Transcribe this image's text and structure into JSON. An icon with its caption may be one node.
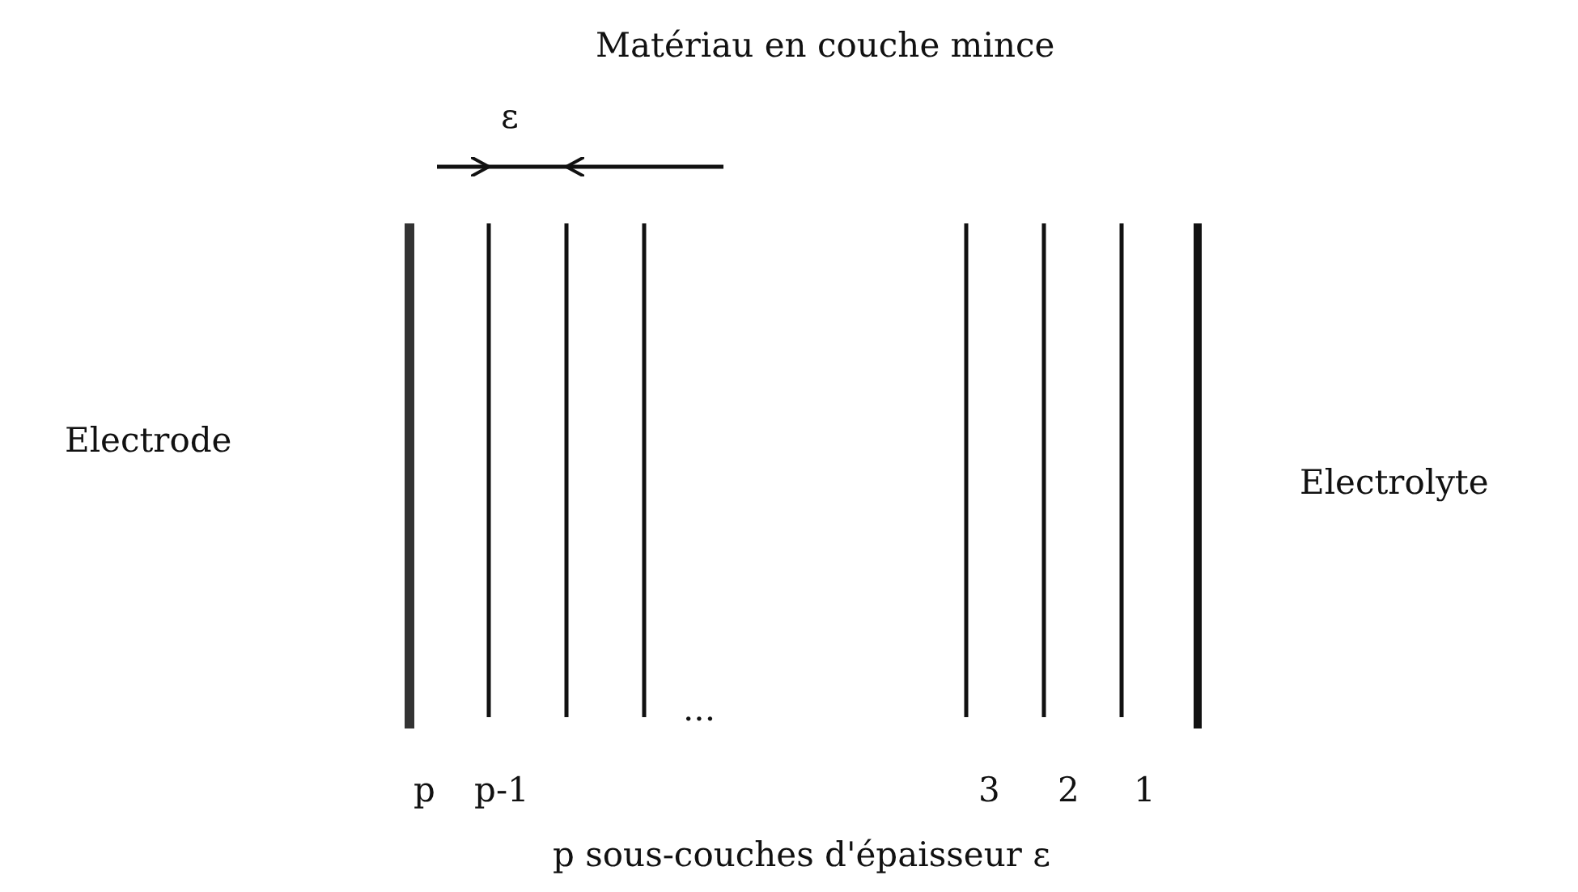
{
  "diagram": {
    "title": "Matériau en couche mince",
    "caption": "p sous-couches d'épaisseur ε",
    "labels": [
      "ε",
      "Electrode",
      "Electrolyte",
      "...",
      "p",
      "p-1",
      "3",
      "2",
      "1"
    ]
  }
}
